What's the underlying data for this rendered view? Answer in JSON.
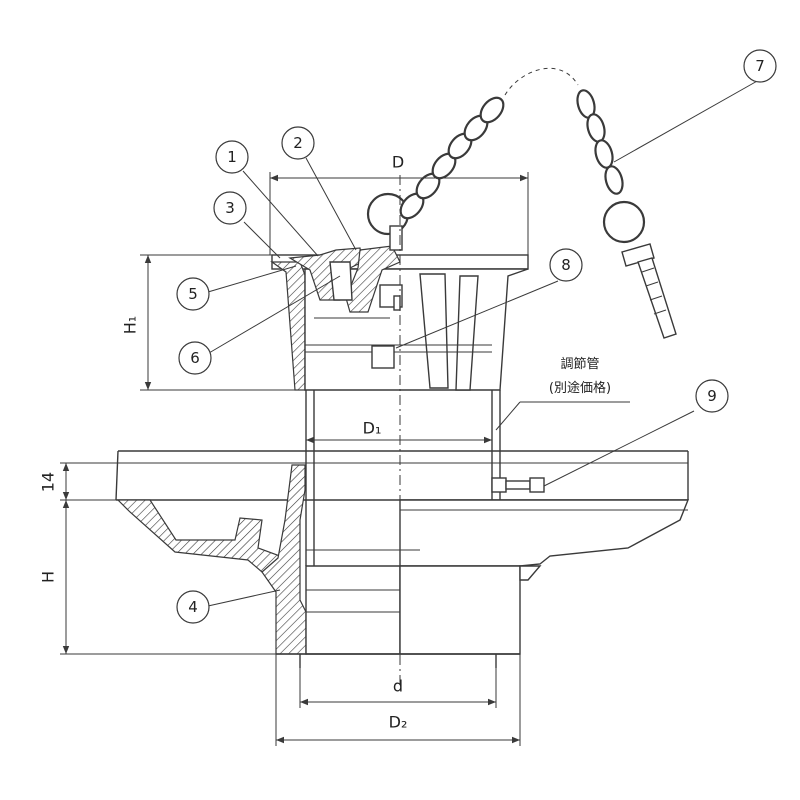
{
  "callouts": [
    "1",
    "2",
    "3",
    "4",
    "5",
    "6",
    "7",
    "8",
    "9"
  ],
  "dimensions": {
    "D": "D",
    "D1": "D₁",
    "D2": "D₂",
    "d": "d",
    "H": "H",
    "H1": "H₁",
    "t14": "14"
  },
  "note": {
    "line1": "調節管",
    "line2": "(別途価格)"
  }
}
